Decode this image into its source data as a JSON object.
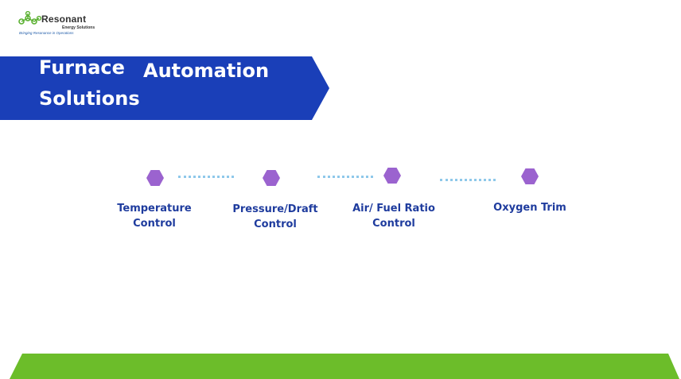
{
  "logo": {
    "name": "Resonant",
    "subtitle": "Energy Solutions",
    "tagline": "Bringing Resonance in Operations"
  },
  "title": {
    "line1_part1": "Furnace",
    "line1_part2": "Automation",
    "line2": "Solutions"
  },
  "steps": [
    {
      "line1": "Temperature",
      "line2": "Control"
    },
    {
      "line1": "Pressure/Draft",
      "line2": "Control"
    },
    {
      "line1": "Air/ Fuel Ratio",
      "line2": "Control"
    },
    {
      "line1": "Oxygen Trim",
      "line2": ""
    }
  ],
  "colors": {
    "banner": "#1a3fb8",
    "node": "#9b63cf",
    "connector": "#8ec8ea",
    "label": "#1f3c9e",
    "footer": "#6cbd2a",
    "logo_green": "#5ab031"
  }
}
